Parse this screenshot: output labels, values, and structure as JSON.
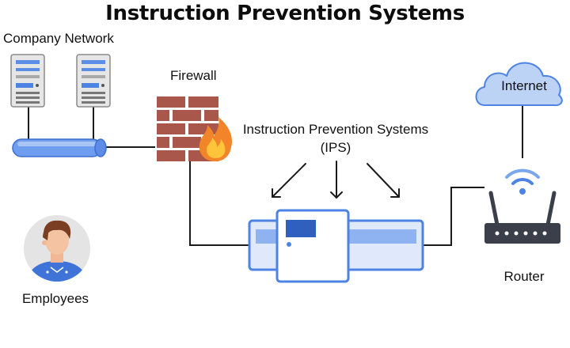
{
  "diagram": {
    "title": "Instruction Prevention Systems",
    "labels": {
      "company_network": "Company Network",
      "firewall": "Firewall",
      "ips": "Instruction Prevention Systems (IPS)",
      "internet": "Internet",
      "router": "Router",
      "employees": "Employees"
    },
    "colors": {
      "accent_blue": "#4d84e4",
      "light_blue": "#aac6f2",
      "cloud": "#bcd3f5",
      "brick": "#a9574a",
      "flame": "#f2852a",
      "router_body": "#3a3f4a",
      "line": "#1a1a1a"
    }
  }
}
